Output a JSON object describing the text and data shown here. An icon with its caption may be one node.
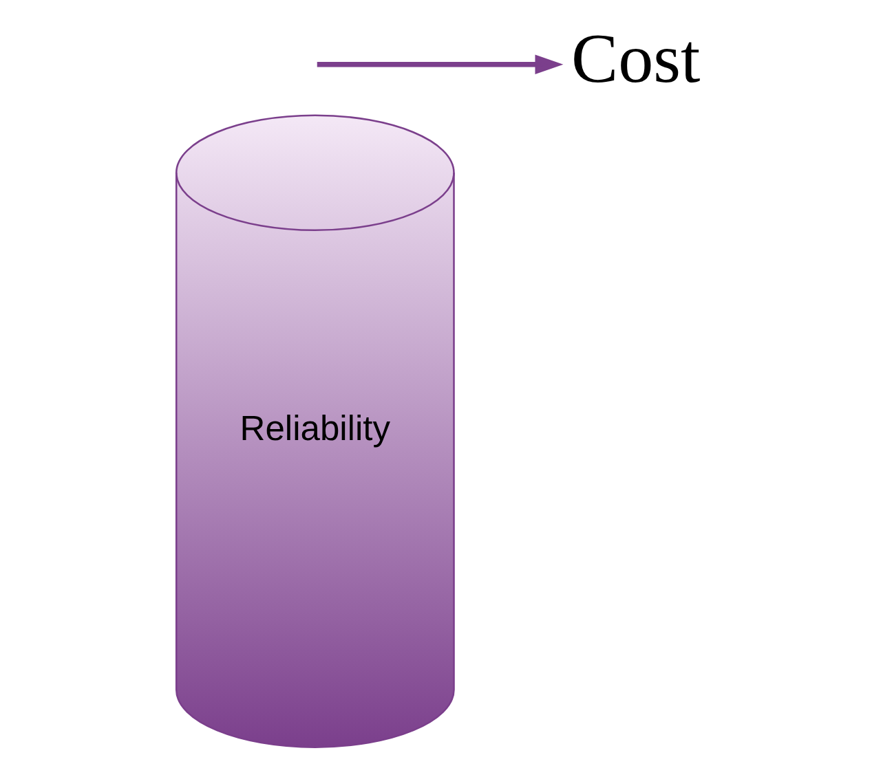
{
  "diagram": {
    "nodes": [
      {
        "text": [
          "Reliability"
        ]
      },
      {
        "text": [
          "Cost"
        ]
      }
    ],
    "edges": [
      {
        "from": null,
        "to": 1,
        "arrow": "to"
      }
    ]
  }
}
